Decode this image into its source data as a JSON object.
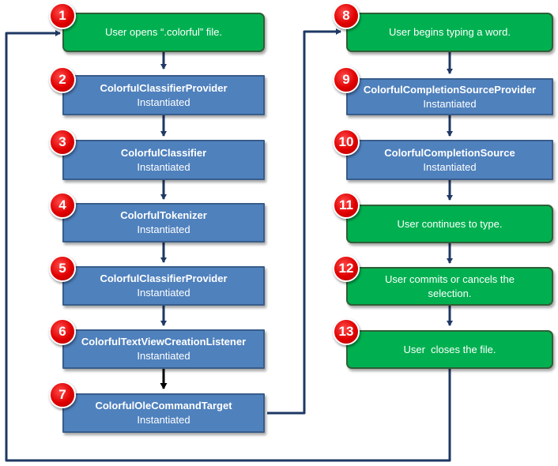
{
  "steps": [
    {
      "number": "1",
      "title": "",
      "subtitle": "User opens “.colorful” file."
    },
    {
      "number": "2",
      "title": "ColorfulClassifierProvider",
      "subtitle": "Instantiated"
    },
    {
      "number": "3",
      "title": "ColorfulClassifier",
      "subtitle": "Instantiated"
    },
    {
      "number": "4",
      "title": "ColorfulTokenizer",
      "subtitle": "Instantiated"
    },
    {
      "number": "5",
      "title": "ColorfulClassifierProvider",
      "subtitle": "Instantiated"
    },
    {
      "number": "6",
      "title": "ColorfulTextViewCreationListener",
      "subtitle": "Instantiated"
    },
    {
      "number": "7",
      "title": "ColorfulOleCommandTarget",
      "subtitle": "Instantiated"
    },
    {
      "number": "8",
      "title": "",
      "subtitle": "User begins typing a word."
    },
    {
      "number": "9",
      "title": "ColorfulCompletionSourceProvider",
      "subtitle": "Instantiated"
    },
    {
      "number": "10",
      "title": "ColorfulCompletionSource",
      "subtitle": "Instantiated"
    },
    {
      "number": "11",
      "title": "",
      "subtitle": "User continues to type."
    },
    {
      "number": "12",
      "title": "",
      "subtitle": "User commits or cancels the selection."
    },
    {
      "number": "13",
      "title": "",
      "subtitle": "User  closes the file."
    }
  ],
  "colors": {
    "user_action": "#00b050",
    "component": "#4f81bd",
    "badge": "#e00000",
    "connector": "#1f3864"
  }
}
